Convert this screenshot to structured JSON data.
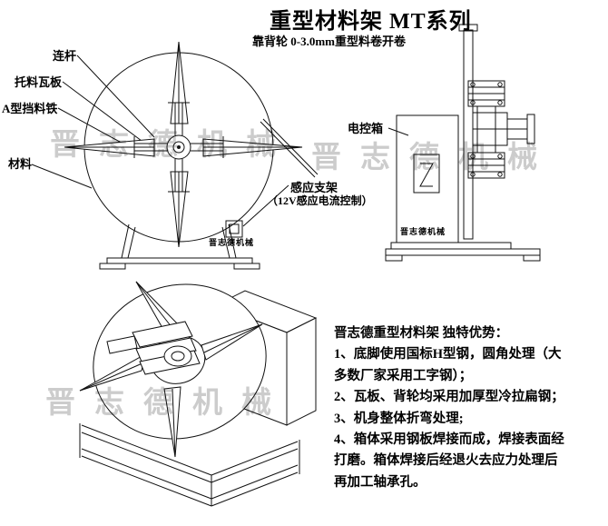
{
  "header": {
    "title": "重型材料架 MT系列",
    "subtitle": "靠背轮 0-3.0mm重型料卷开卷"
  },
  "watermark": "晋志德机械",
  "front_view": {
    "labels": {
      "connecting_rod": "连杆",
      "support_shoe_plate": "托料瓦板",
      "a_type_stop_iron": "A型挡料铁",
      "material": "材料",
      "sensor_bracket": "感应支架",
      "sensor_bracket_note": "（12V感应电流控制）",
      "maker_mark": "晋志德机械"
    }
  },
  "side_view": {
    "labels": {
      "electric_control_box": "电控箱",
      "maker_mark": "晋志德机械"
    }
  },
  "advantages": {
    "heading": "晋志德重型材料架 独特优势：",
    "lines": [
      "1、底脚使用国标H型钢，圆角处理（大",
      "多数厂家采用工字钢）；",
      "2、瓦板、背轮均采用加厚型冷拉扁钢；",
      "3、机身整体折弯处理;",
      "4、箱体采用钢板焊接而成，焊接表面经",
      "打磨。箱体焊接后经退火去应力处理后",
      "再加工轴承孔。"
    ]
  }
}
